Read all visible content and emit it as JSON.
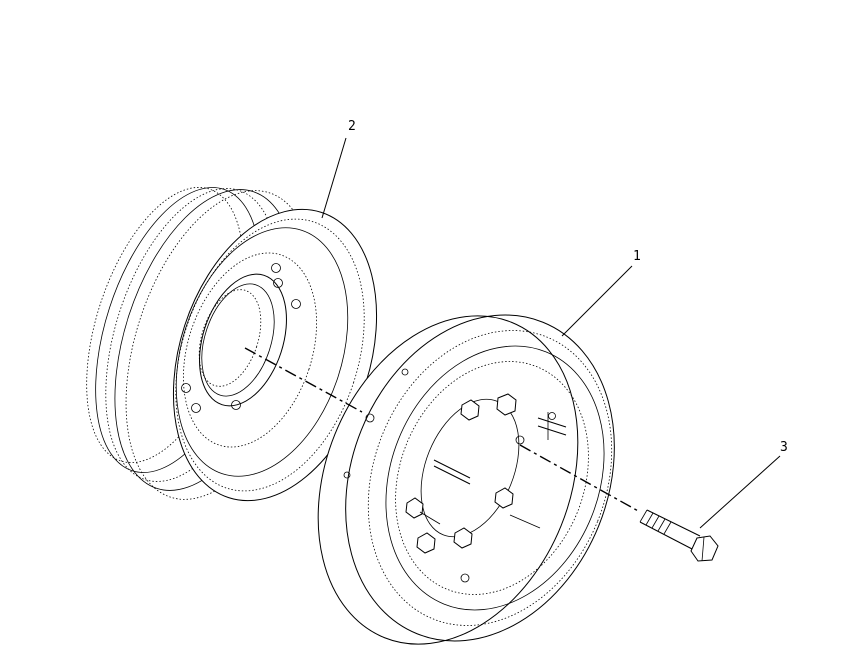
{
  "callouts": [
    {
      "label": "2"
    },
    {
      "label": "1"
    },
    {
      "label": "3"
    }
  ]
}
